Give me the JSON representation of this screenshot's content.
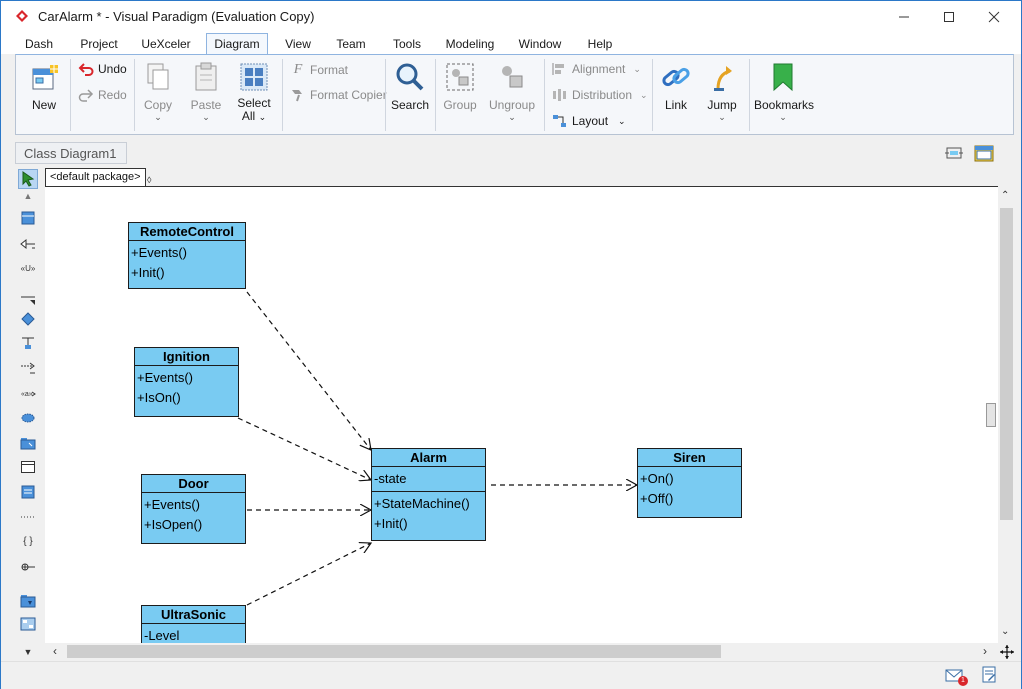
{
  "window": {
    "title": "CarAlarm * - Visual Paradigm (Evaluation Copy)"
  },
  "menu": {
    "tabs": [
      {
        "label": "Dash"
      },
      {
        "label": "Project"
      },
      {
        "label": "UeXceler"
      },
      {
        "label": "Diagram",
        "active": true
      },
      {
        "label": "View"
      },
      {
        "label": "Team"
      },
      {
        "label": "Tools"
      },
      {
        "label": "Modeling"
      },
      {
        "label": "Window"
      },
      {
        "label": "Help"
      }
    ]
  },
  "ribbon": {
    "new": "New",
    "undo": "Undo",
    "redo": "Redo",
    "copy": "Copy",
    "paste": "Paste",
    "select_all_1": "Select",
    "select_all_2": "All",
    "format": "Format",
    "format_copier": "Format Copier",
    "search": "Search",
    "group": "Group",
    "ungroup": "Ungroup",
    "alignment": "Alignment",
    "distribution": "Distribution",
    "layout": "Layout",
    "link": "Link",
    "jump": "Jump",
    "bookmarks": "Bookmarks"
  },
  "breadcrumb": {
    "diagram": "Class Diagram1"
  },
  "canvas": {
    "package_tab": "<default package>"
  },
  "classes": {
    "remote_control": {
      "name": "RemoteControl",
      "ops": [
        "+Events()",
        "+Init()"
      ]
    },
    "ignition": {
      "name": "Ignition",
      "ops": [
        "+Events()",
        "+IsOn()"
      ]
    },
    "door": {
      "name": "Door",
      "ops": [
        "+Events()",
        "+IsOpen()"
      ]
    },
    "ultrasonic": {
      "name": "UltraSonic",
      "attrs": [
        "-Level"
      ]
    },
    "alarm": {
      "name": "Alarm",
      "attrs": [
        "-state"
      ],
      "ops": [
        "+StateMachine()",
        "+Init()"
      ]
    },
    "siren": {
      "name": "Siren",
      "ops": [
        "+On()",
        "+Off()"
      ]
    }
  },
  "status": {
    "notification_count": "1"
  },
  "colors": {
    "class_fill": "#79cbf2",
    "accent": "#2b78c8"
  }
}
